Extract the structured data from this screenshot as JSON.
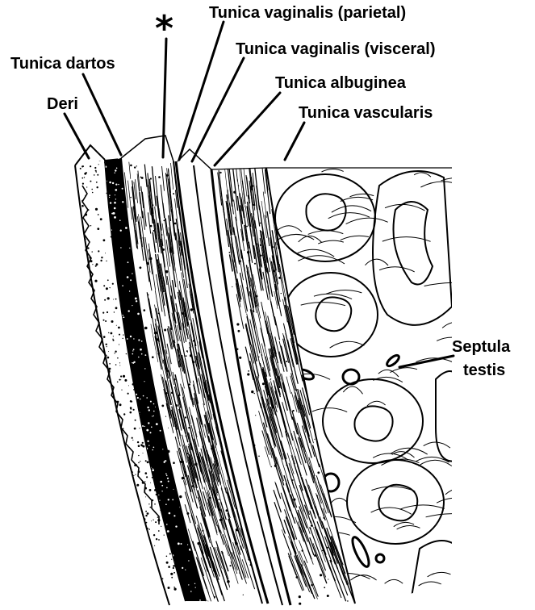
{
  "labels": {
    "asterisk": "*",
    "tunica_vaginalis_parietal": "Tunica vaginalis (parietal)",
    "tunica_dartos": "Tunica dartos",
    "tunica_vaginalis_visceral": "Tunica vaginalis (visceral)",
    "tunica_albuginea": "Tunica albuginea",
    "deri": "Deri",
    "tunica_vascularis": "Tunica vascularis",
    "septula_line1": "Septula",
    "septula_line2": "testis"
  },
  "colors": {
    "ink": "#000000",
    "background": "#ffffff"
  }
}
